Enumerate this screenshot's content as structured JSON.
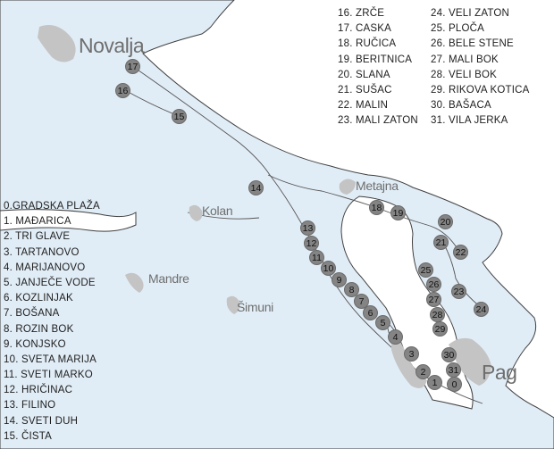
{
  "towns": {
    "novalja": "Novalja",
    "pag": "Pag",
    "kolan": "Kolan",
    "metajna": "Metajna",
    "mandre": "Mandre",
    "simuni": "Šimuni"
  },
  "beaches_left": [
    "0.GRADSKA PLAŽA",
    "1. MAĐARICA",
    "2. TRI GLAVE",
    "3. TARTANOVO",
    "4. MARIJANOVO",
    "5. JANJEČE VODE",
    "6. KOZLINJAK",
    "7. BOŠANA",
    "8. ROZIN BOK",
    "9. KONJSKO",
    "10. SVETA MARIJA",
    "11. SVETI MARKO",
    "12. HRIČINAC",
    "13. FILINO",
    "14. SVETI DUH",
    "15. ČISTA"
  ],
  "beaches_right_1": [
    "16. ZRČE",
    "17. CASKA",
    "18. RUČICA",
    "19. BERITNICA",
    "20. SLANA",
    "21. SUŠAC",
    "22. MALIN",
    "23. MALI ZATON"
  ],
  "beaches_right_2": [
    "24. VELI ZATON",
    "25. PLOČA",
    "26. BELE STENE",
    "27. MALI BOK",
    "28. VELI BOK",
    "29. RIKOVA KOTICA",
    "30. BAŠACA",
    "31. VILA JERKA"
  ],
  "markers": [
    "0",
    "1",
    "2",
    "3",
    "4",
    "5",
    "6",
    "7",
    "8",
    "9",
    "10",
    "11",
    "12",
    "13",
    "14",
    "15",
    "16",
    "17",
    "18",
    "19",
    "20",
    "21",
    "22",
    "23",
    "24",
    "25",
    "26",
    "27",
    "28",
    "29",
    "30",
    "31"
  ],
  "colors": {
    "island": "#e1edf6",
    "coast": "#3f3f3f",
    "road": "#555555",
    "settlement": "#c4c4c4",
    "marker": "#848484"
  }
}
